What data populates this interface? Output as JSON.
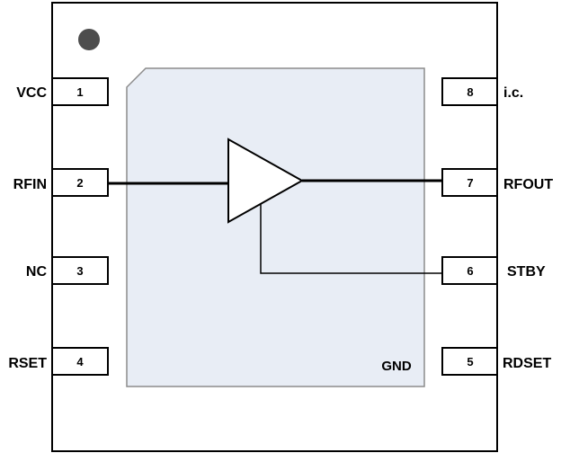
{
  "diagram": {
    "colors": {
      "package_outline": "#000000",
      "exposed_pad_fill": "#e8edf5",
      "exposed_pad_stroke": "#8c8c8c",
      "pin1_marker": "#4d4d4d"
    },
    "pad_label": "GND",
    "left_pins": [
      {
        "number": "1",
        "name": "VCC"
      },
      {
        "number": "2",
        "name": "RFIN"
      },
      {
        "number": "3",
        "name": "NC"
      },
      {
        "number": "4",
        "name": "RSET"
      }
    ],
    "right_pins": [
      {
        "number": "8",
        "name": "i.c."
      },
      {
        "number": "7",
        "name": "RFOUT"
      },
      {
        "number": "6",
        "name": "STBY"
      },
      {
        "number": "5",
        "name": "RDSET"
      }
    ],
    "amplifier_icon": "triangle-amplifier-icon"
  }
}
